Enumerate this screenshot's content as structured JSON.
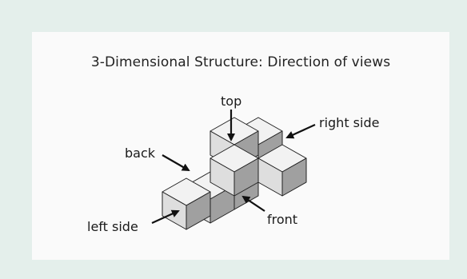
{
  "title": "3-Dimensional Structure: Direction of views",
  "labels": {
    "top": "top",
    "right_side": "right side",
    "back": "back",
    "left_side": "left side",
    "front": "front"
  },
  "colors": {
    "page_bg": "#e4efeb",
    "card_bg": "#fafafa",
    "face_top": "#f2f2f2",
    "face_left": "#dedede",
    "face_right": "#a0a0a0",
    "edge": "#222222"
  }
}
